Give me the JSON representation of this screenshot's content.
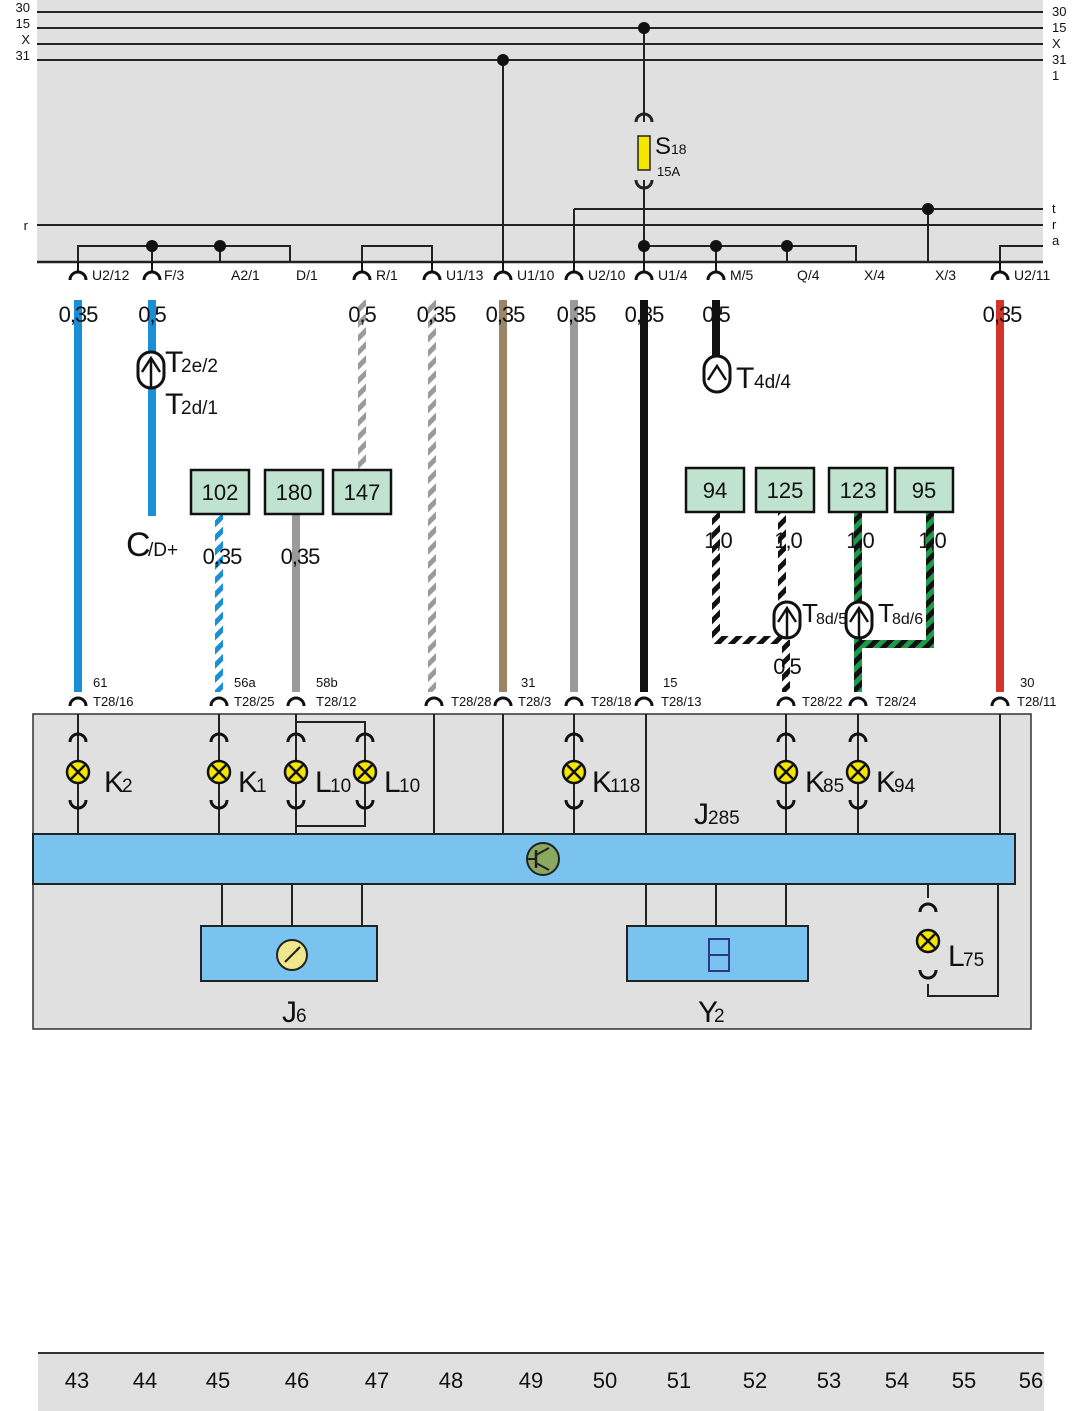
{
  "rails_left": [
    "30",
    "15",
    "X",
    "31"
  ],
  "rails_right": [
    "30",
    "15",
    "X",
    "31",
    "1"
  ],
  "rails_mid_left": [
    "r"
  ],
  "rails_mid_right": [
    "t",
    "r",
    "a"
  ],
  "fuse": {
    "name": "S",
    "sub": "18",
    "rating": "15A"
  },
  "top_pins": [
    "U2/12",
    "F/3",
    "A2/1",
    "D/1",
    "R/1",
    "U1/13",
    "U1/10",
    "U2/10",
    "U1/4",
    "M/5",
    "Q/4",
    "X/4",
    "X/3",
    "U2/11"
  ],
  "wire_gauges_top": [
    "0,35",
    "0,5",
    "0,5",
    "0,35",
    "0,35",
    "0,35",
    "0,35",
    "0,5",
    "0,35"
  ],
  "connectors": [
    {
      "main": "T",
      "sub": "2e/2"
    },
    {
      "main": "T",
      "sub": "2d/1"
    },
    {
      "main": "T",
      "sub": "4d/4"
    },
    {
      "main": "T",
      "sub": "8d/5"
    },
    {
      "main": "T",
      "sub": "8d/6"
    }
  ],
  "ground": {
    "main": "C",
    "sub": "/D+"
  },
  "ref_boxes": [
    "102",
    "180",
    "147",
    "94",
    "125",
    "123",
    "95"
  ],
  "wire_gauges_mid": [
    "0,35",
    "0,35",
    "1,0",
    "1,0",
    "1,0",
    "1,0",
    "0,5"
  ],
  "bottom_pins": [
    "T28/16",
    "T28/25",
    "T28/12",
    "T28/28",
    "T28/3",
    "T28/18",
    "T28/13",
    "T28/22",
    "T28/24",
    "T28/11"
  ],
  "bottom_pin_tags": [
    "61",
    "56a",
    "58b",
    "31",
    "15",
    "30"
  ],
  "lamps": [
    {
      "main": "K",
      "sub": "2"
    },
    {
      "main": "K",
      "sub": "1"
    },
    {
      "main": "L",
      "sub": "10"
    },
    {
      "main": "L",
      "sub": "10"
    },
    {
      "main": "K",
      "sub": "118"
    },
    {
      "main": "K",
      "sub": "85"
    },
    {
      "main": "K",
      "sub": "94"
    },
    {
      "main": "L",
      "sub": "75"
    }
  ],
  "control_unit": {
    "main": "J",
    "sub": "285"
  },
  "gauge_unit": {
    "main": "J",
    "sub": "6"
  },
  "display_unit": {
    "main": "Y",
    "sub": "2"
  },
  "grid_numbers": [
    "43",
    "44",
    "45",
    "46",
    "47",
    "48",
    "49",
    "50",
    "51",
    "52",
    "53",
    "54",
    "55",
    "56"
  ],
  "colors": {
    "panel_gray": "#e0e0e0",
    "bus_blue": "#79c3ee",
    "ref_box_green": "#bfe3cf",
    "wire_blue": "#1b8fd6",
    "wire_red": "#d3342a",
    "wire_brown": "#9c8566",
    "wire_gray": "#9a9a9a",
    "wire_green": "#1e9a4a",
    "fuse_yellow": "#f4e600",
    "lamp_yellow": "#f4e600",
    "transistor_green": "#8aa860"
  }
}
